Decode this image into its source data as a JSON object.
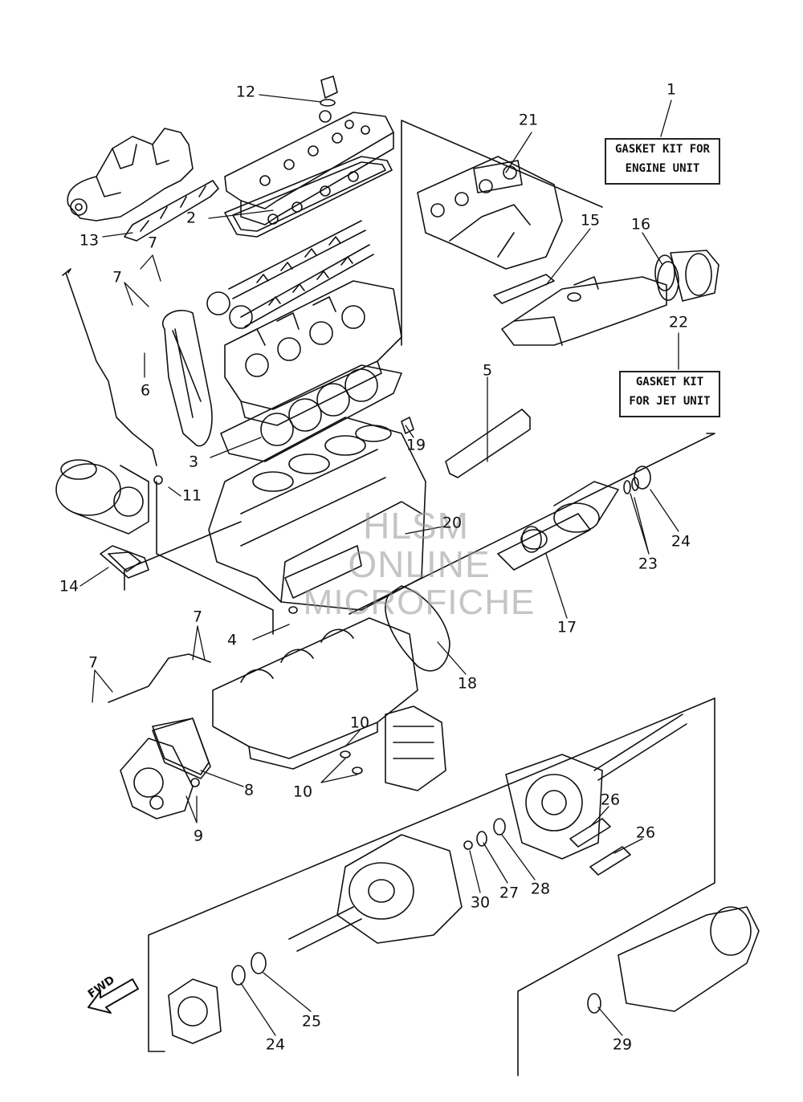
{
  "labels": {
    "l1": "1",
    "l2": "2",
    "l3": "3",
    "l4": "4",
    "l5": "5",
    "l6": "6",
    "l7a": "7",
    "l7b": "7",
    "l7c": "7",
    "l7d": "7",
    "l8": "8",
    "l9": "9",
    "l10a": "10",
    "l10b": "10",
    "l11": "11",
    "l12": "12",
    "l13": "13",
    "l14": "14",
    "l15": "15",
    "l16": "16",
    "l17": "17",
    "l18": "18",
    "l19": "19",
    "l20": "20",
    "l21": "21",
    "l22": "22",
    "l23": "23",
    "l24a": "24",
    "l24b": "24",
    "l25": "25",
    "l26a": "26",
    "l26b": "26",
    "l27": "27",
    "l28": "28",
    "l29": "29",
    "l30": "30"
  },
  "kits": {
    "engine_line1": "GASKET KIT FOR",
    "engine_line2": "ENGINE UNIT",
    "jet_line1": "GASKET KIT",
    "jet_line2": "FOR JET UNIT"
  },
  "watermark": {
    "line1": "HLSM",
    "line2": "ONLINE",
    "line3": "MICROFICHE"
  },
  "fwd_arrow": "FWD"
}
